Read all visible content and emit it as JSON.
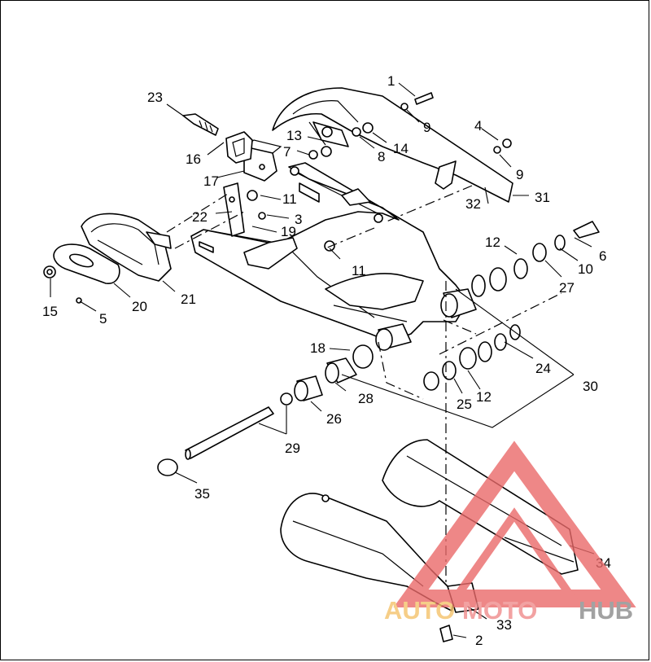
{
  "diagram": {
    "callouts": [
      "1",
      "2",
      "3",
      "4",
      "5",
      "6",
      "7",
      "8",
      "9",
      "9",
      "10",
      "11",
      "11",
      "12",
      "12",
      "13",
      "14",
      "15",
      "16",
      "17",
      "18",
      "19",
      "20",
      "21",
      "22",
      "23",
      "24",
      "25",
      "26",
      "27",
      "28",
      "29",
      "30",
      "31",
      "32",
      "33",
      "34",
      "35"
    ]
  },
  "watermark": {
    "part1": "AUTO",
    "part2": "MOTO",
    "part3": "HUB",
    "colors": {
      "auto": "#f5c36b",
      "moto": "#f08c8c",
      "hub": "#8c8c8c",
      "triangle": "#ea6a6a"
    }
  }
}
